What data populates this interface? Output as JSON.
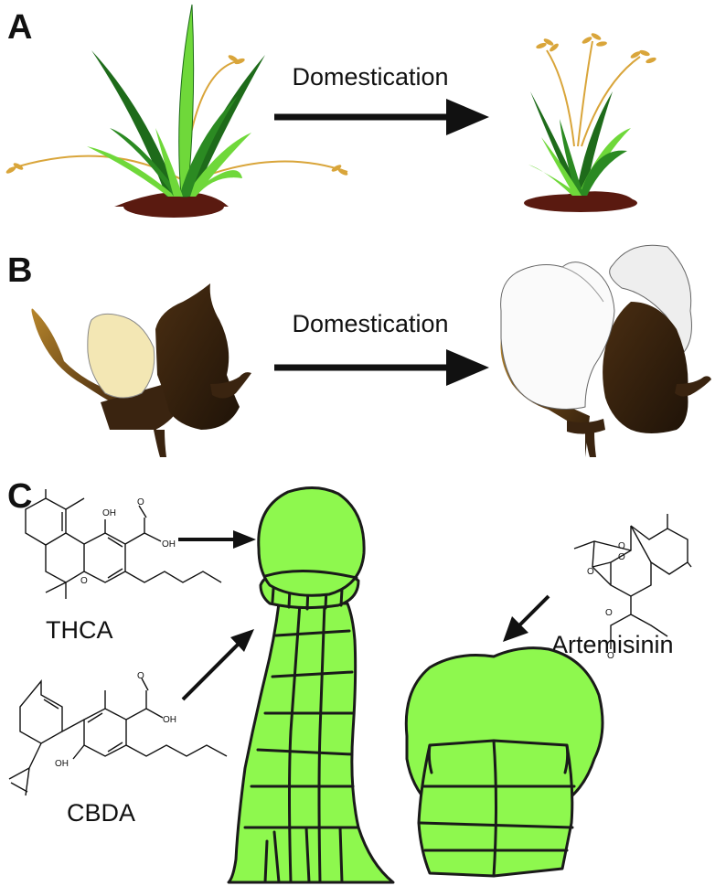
{
  "panels": {
    "a": {
      "letter": "A",
      "arrow_label": "Domestication"
    },
    "b": {
      "letter": "B",
      "arrow_label": "Domestication"
    },
    "c": {
      "letter": "C",
      "compounds": {
        "thca": "THCA",
        "cbda": "CBDA",
        "artemisinin": "Artemisinin"
      },
      "atoms": {
        "hydroxyl": "OH",
        "oxygen": "O"
      }
    }
  },
  "colors": {
    "leaf_dark": "#1e6b1a",
    "leaf_light": "#6fd83a",
    "grain": "#d9a53a",
    "soil": "#5a1a10",
    "trichome": "#8ef84e",
    "boll_brown": "#3a2410",
    "boll_gold": "#b7862c",
    "fiber_wild": "#f3e7b4",
    "fiber_domesticated": "#f2f2f2"
  }
}
